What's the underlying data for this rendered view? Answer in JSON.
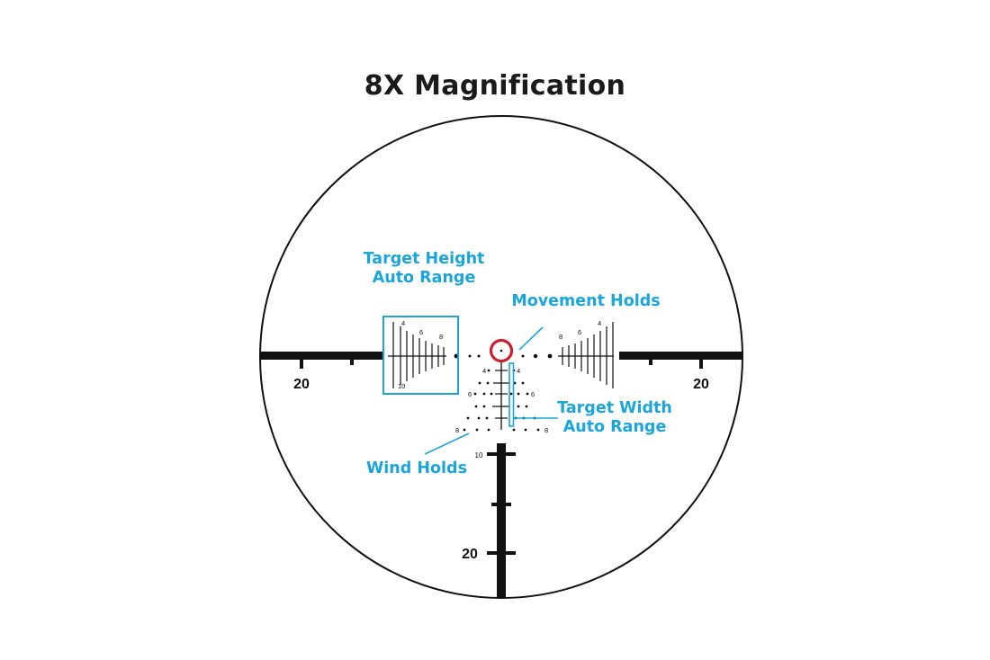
{
  "title": "8X Magnification",
  "colors": {
    "callout": "#1ba5d9",
    "reticle": "#111111",
    "center_circle": "#cc1f2e",
    "background": "#ffffff"
  },
  "callouts": {
    "target_height": [
      "Target Height",
      "Auto Range"
    ],
    "movement_holds": "Movement Holds",
    "target_width": [
      "Target Width",
      "Auto Range"
    ],
    "wind_holds": "Wind Holds"
  },
  "reticle": {
    "left_post_label": "20",
    "right_post_label": "20",
    "bottom_post_mid_label": "10",
    "bottom_post_label": "20",
    "left_stadia_labels": [
      "4",
      "6",
      "8",
      "10"
    ],
    "right_stadia_labels": [
      "8",
      "6",
      "4"
    ],
    "center_left_labels": [
      "4",
      "6",
      "8"
    ],
    "center_right_labels": [
      "4",
      "6",
      "8"
    ]
  }
}
